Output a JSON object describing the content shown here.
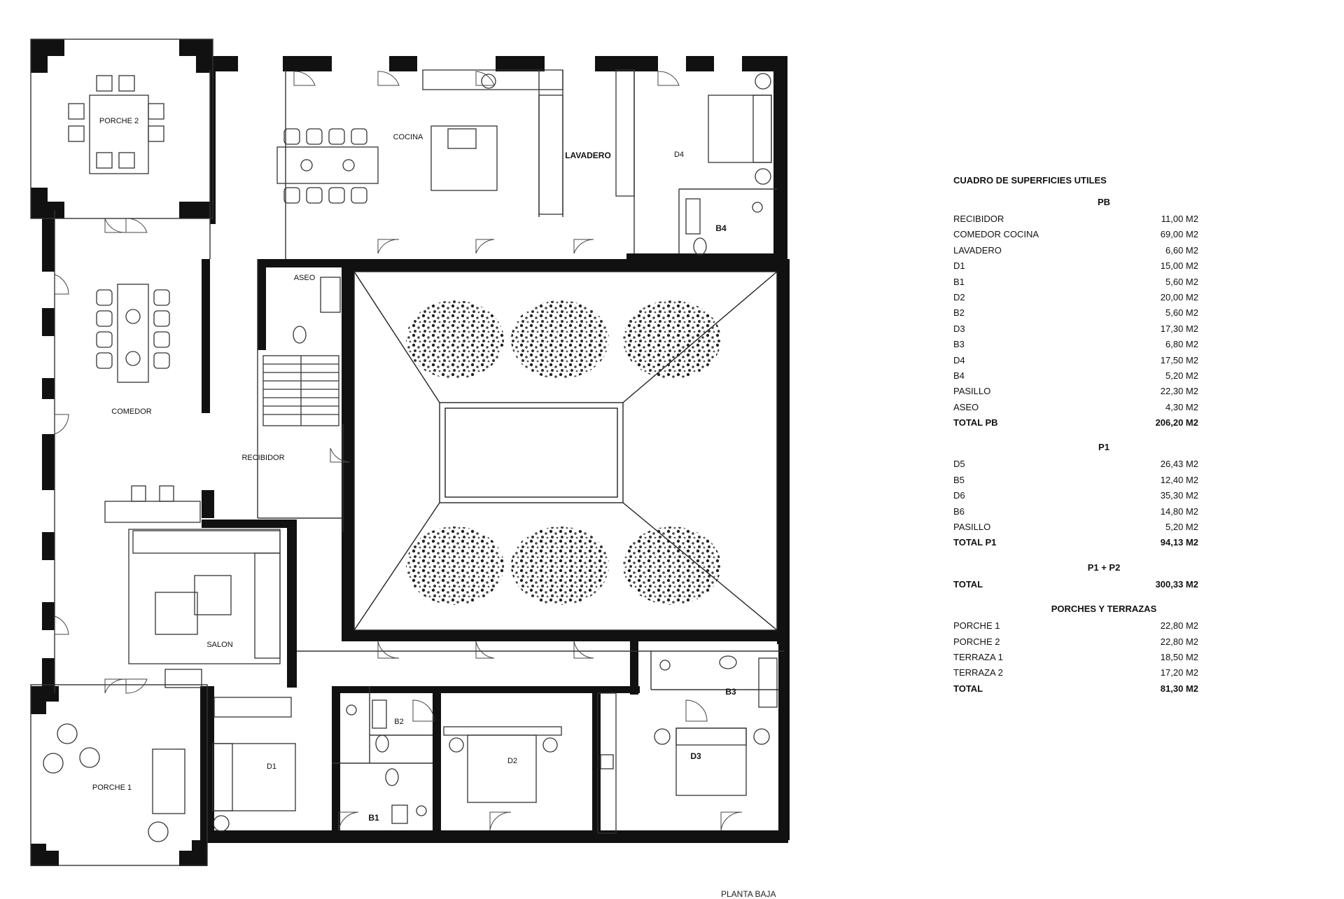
{
  "plan": {
    "rooms": {
      "porche2": "PORCHE 2",
      "cocina": "COCINA",
      "lavadero": "LAVADERO",
      "d4": "D4",
      "b4": "B4",
      "aseo": "ASEO",
      "comedor": "COMEDOR",
      "recibidor": "RECIBIDOR",
      "salon": "SALON",
      "porche1": "PORCHE 1",
      "d1": "D1",
      "b2": "B2",
      "d2": "D2",
      "b1": "B1",
      "b3": "B3",
      "d3": "D3"
    },
    "caption": "PLANTA BAJA"
  },
  "table": {
    "title": "CUADRO DE SUPERFICIES UTILES",
    "sections": [
      {
        "heading": "PB",
        "rows": [
          {
            "name": "RECIBIDOR",
            "value": "11,00 M2"
          },
          {
            "name": "COMEDOR COCINA",
            "value": "69,00 M2"
          },
          {
            "name": "LAVADERO",
            "value": "6,60 M2"
          },
          {
            "name": "D1",
            "value": "15,00 M2"
          },
          {
            "name": "B1",
            "value": "5,60 M2"
          },
          {
            "name": "D2",
            "value": "20,00 M2"
          },
          {
            "name": "B2",
            "value": "5,60 M2"
          },
          {
            "name": "D3",
            "value": "17,30 M2"
          },
          {
            "name": "B3",
            "value": "6,80 M2"
          },
          {
            "name": "D4",
            "value": "17,50 M2"
          },
          {
            "name": "B4",
            "value": "5,20 M2"
          },
          {
            "name": "PASILLO",
            "value": "22,30 M2"
          },
          {
            "name": "ASEO",
            "value": "4,30 M2"
          }
        ],
        "total": {
          "name": "TOTAL PB",
          "value": "206,20 M2"
        }
      },
      {
        "heading": "P1",
        "rows": [
          {
            "name": "D5",
            "value": "26,43 M2"
          },
          {
            "name": "B5",
            "value": "12,40 M2"
          },
          {
            "name": "D6",
            "value": "35,30 M2"
          },
          {
            "name": "B6",
            "value": "14,80 M2"
          },
          {
            "name": "PASILLO",
            "value": "5,20 M2"
          }
        ],
        "total": {
          "name": "TOTAL  P1",
          "value": "94,13 M2"
        }
      },
      {
        "heading": "P1 + P2",
        "rows": [],
        "total": {
          "name": "TOTAL",
          "value": "300,33 M2"
        }
      },
      {
        "heading": "PORCHES Y TERRAZAS",
        "rows": [
          {
            "name": "PORCHE 1",
            "value": "22,80 M2"
          },
          {
            "name": "PORCHE 2",
            "value": "22,80 M2"
          },
          {
            "name": "TERRAZA 1",
            "value": "18,50 M2"
          },
          {
            "name": "TERRAZA 2",
            "value": "17,20 M2"
          }
        ],
        "total": {
          "name": "TOTAL",
          "value": "81,30 M2"
        }
      }
    ]
  }
}
